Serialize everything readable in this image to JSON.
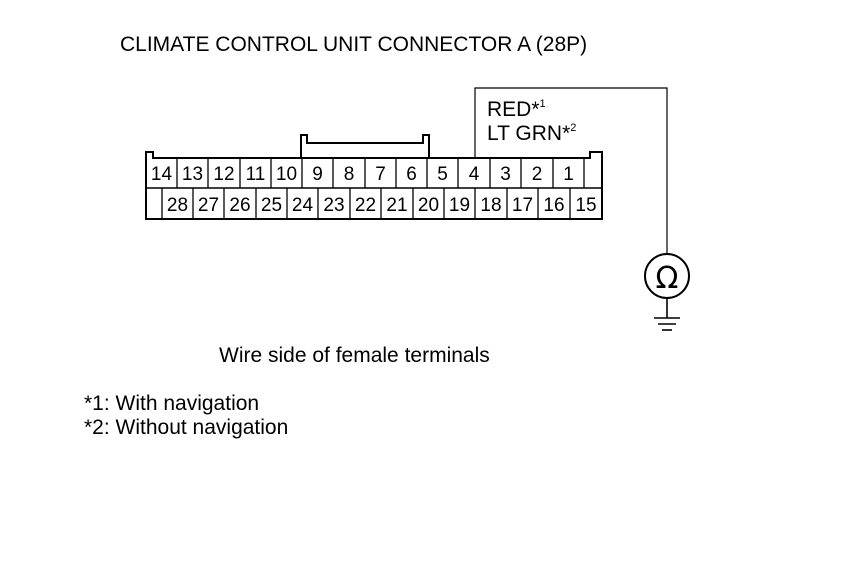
{
  "title": "CLIMATE CONTROL UNIT CONNECTOR A (28P)",
  "caption": "Wire side of female terminals",
  "connector": {
    "top_row": [
      "14",
      "13",
      "12",
      "11",
      "10",
      "9",
      "8",
      "7",
      "6",
      "5",
      "4",
      "3",
      "2",
      "1"
    ],
    "bottom_row": [
      "",
      "28",
      "27",
      "26",
      "25",
      "24",
      "23",
      "22",
      "21",
      "20",
      "19",
      "18",
      "17",
      "16",
      "15"
    ]
  },
  "wire": {
    "line1_text": "RED",
    "line1_mark": "*",
    "line1_sup": "1",
    "line2_text": "LT GRN",
    "line2_mark": "*",
    "line2_sup": "2"
  },
  "meter": {
    "symbol": "Ω",
    "icon": "ohmmeter-icon",
    "ground_icon": "ground-icon"
  },
  "notes": [
    "*1: With navigation",
    "*2: Without navigation"
  ]
}
